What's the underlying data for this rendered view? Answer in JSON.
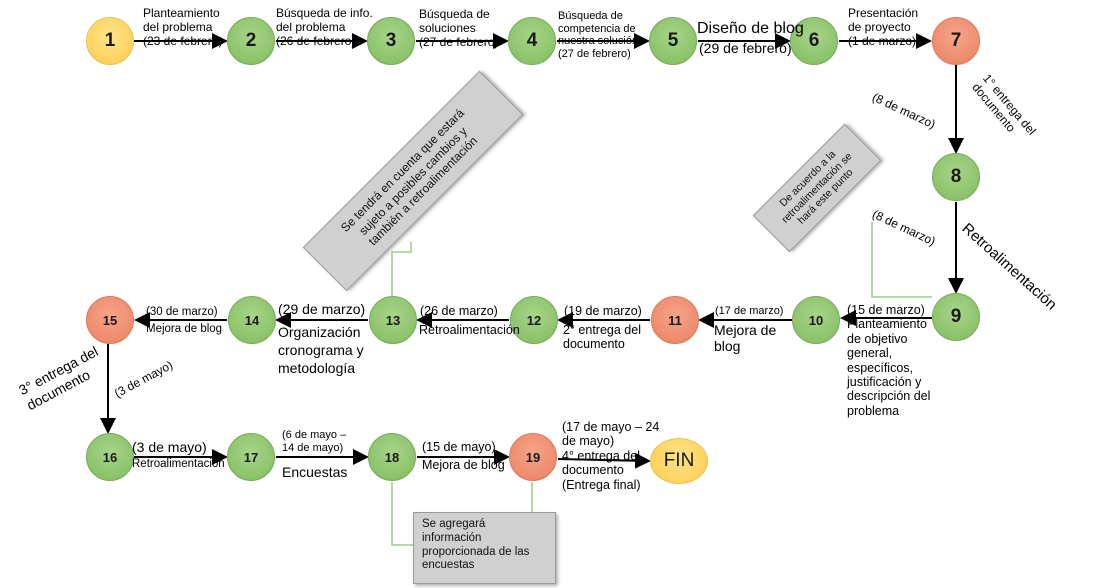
{
  "nodes": {
    "n1": "1",
    "n2": "2",
    "n3": "3",
    "n4": "4",
    "n5": "5",
    "n6": "6",
    "n7": "7",
    "n8": "8",
    "n9": "9",
    "n10": "10",
    "n11": "11",
    "n12": "12",
    "n13": "13",
    "n14": "14",
    "n15": "15",
    "n16": "16",
    "n17": "17",
    "n18": "18",
    "n19": "19",
    "fin": "FIN"
  },
  "labels": {
    "l1_2": "Planteamiento\ndel problema\n(23 de febrero)",
    "l2_3": "Búsqueda de info.\ndel problema\n(26 de febrero)",
    "l3_4": "Búsqueda de\nsoluciones\n(27 de febrero)",
    "l4_5": "Búsqueda de\ncompetencia de\nnuestra solución\n(27 de febrero)",
    "l5_6_title": "Diseño de blog",
    "l5_6_date": "(29 de febrero)",
    "l6_7": "Presentación\nde proyecto\n(1 de marzo)",
    "l7_8_date": "(8 de marzo)",
    "l7_8_text": "1° entrega del\ndocumento",
    "l8_9_date": "(8 de marzo)",
    "l8_9_text": "Retroalimentación",
    "l9_10_date": "(15 de marzo)",
    "l9_10_text": "Planteamiento\nde objetivo\ngeneral,\nespecíficos,\njustificación y\ndescripción del\nproblema",
    "l10_11_date": "(17 de marzo)",
    "l10_11_text": "Mejora de\nblog",
    "l11_12_date": "(19 de marzo)",
    "l11_12_text": "2° entrega del\ndocumento",
    "l12_13_date": "(26 de marzo)",
    "l12_13_text": "Retroalimentación",
    "l13_14_date": "(29 de marzo)",
    "l13_14_text": "Organización\ncronograma y\nmetodología",
    "l14_15_date": "(30 de marzo)",
    "l14_15_text": "Mejora de blog",
    "l15_16_text": "3° entrega del\ndocumento",
    "l15_16_date": "(3 de mayo)",
    "l16_17_date": "(3 de mayo)",
    "l16_17_text": "Retroalimentación",
    "l17_18_date": "(6 de mayo –\n14 de mayo)",
    "l17_18_text": "Encuestas",
    "l18_19_date": "(15 de mayo)",
    "l18_19_text": "Mejora de blog",
    "l19_fin": "(17 de mayo – 24\nde mayo)\n4° entrega del\ndocumento\n(Entrega final)"
  },
  "notes": {
    "note_13": "Se tendrá en cuenta que estará\nsujeto a posibles cambios y\ntambién a retroalimentación",
    "note_9": "De acuerdo a la\nretroalimentación se\nhará este punto",
    "note_18": "Se agregará\ninformación\nproporcionada de las\nencuestas"
  },
  "colors": {
    "green": "#8cc36a",
    "orange": "#ee8b6d",
    "yellow": "#ffd25e",
    "note_gray": "#d0d0d0",
    "connector_green": "#8cc36a"
  }
}
